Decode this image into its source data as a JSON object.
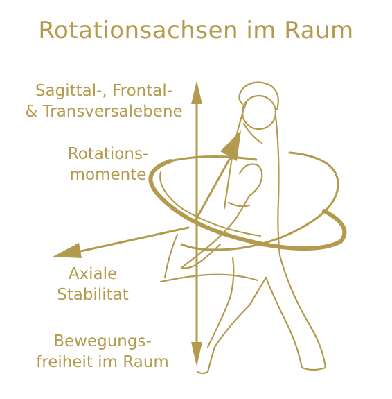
{
  "title": "Rotationsachsen im Raum",
  "labels": {
    "planes": [
      "Sagittal-, Frontal-",
      "& Transversalebene"
    ],
    "moments": [
      "Rotations-",
      "momente"
    ],
    "axial": [
      "Axiale",
      "Stabilitat"
    ],
    "freedom": [
      "Bewegungs-",
      "freiheit im Raum"
    ]
  },
  "colors": {
    "gold": "#b39a4d",
    "background": "#ffffff"
  }
}
